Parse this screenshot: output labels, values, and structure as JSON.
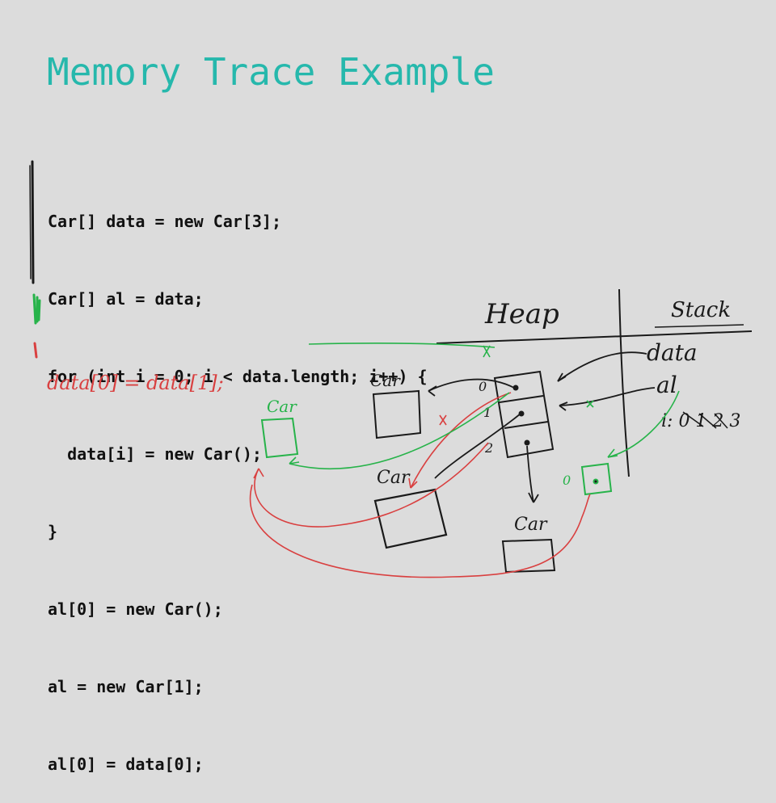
{
  "slide": {
    "title": "Memory Trace Example",
    "code_lines": [
      "Car[] data = new Car[3];",
      "Car[] al = data;",
      "for (int i = 0; i < data.length; i++) {",
      "  data[i] = new Car();",
      "}",
      "al[0] = new Car();",
      "al = new Car[1];",
      "al[0] = data[0];"
    ]
  },
  "annotations": {
    "extra_statement": "data[0] = data[1];",
    "heap_label": "Heap",
    "stack_label": "Stack",
    "var_data": "data",
    "var_al": "al",
    "var_i": "i: 0 1 2 3",
    "car_labels": [
      "Car",
      "Car",
      "Car",
      "Car"
    ],
    "index_labels": [
      "0",
      "1",
      "2"
    ],
    "al_index_label": "0"
  },
  "colors": {
    "title": "#26b8ac",
    "background": "#dcdcdc",
    "ink_black": "#1a1a1a",
    "ink_red": "#d94040",
    "ink_green": "#27b34a"
  }
}
